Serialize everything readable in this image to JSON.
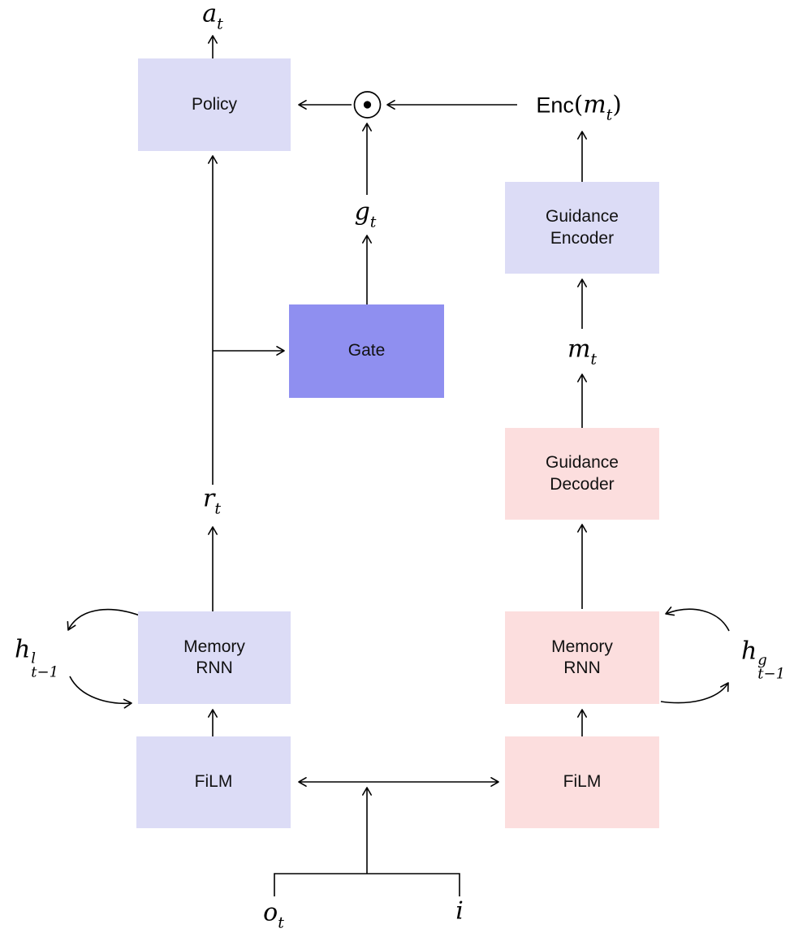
{
  "diagram": {
    "background": "#ffffff",
    "line_color": "#000000",
    "colors": {
      "lavender": "#dcdcf6",
      "periwinkle": "#8f8ff0",
      "pink": "#fcdede"
    },
    "boxes": {
      "policy": {
        "label": "Policy",
        "fill": "#dcdcf6"
      },
      "gate": {
        "label": "Gate",
        "fill": "#8f8ff0"
      },
      "guidance_encoder": {
        "line1": "Guidance",
        "line2": "Encoder",
        "fill": "#dcdcf6"
      },
      "guidance_decoder": {
        "line1": "Guidance",
        "line2": "Decoder",
        "fill": "#fcdede"
      },
      "memory_rnn_left": {
        "line1": "Memory",
        "line2": "RNN",
        "fill": "#dcdcf6"
      },
      "memory_rnn_right": {
        "line1": "Memory",
        "line2": "RNN",
        "fill": "#fcdede"
      },
      "film_left": {
        "label": "FiLM",
        "fill": "#dcdcf6"
      },
      "film_right": {
        "label": "FiLM",
        "fill": "#fcdede"
      }
    },
    "symbols": {
      "odot": "⊙"
    },
    "labels": {
      "action": {
        "base": "a",
        "sub": "t"
      },
      "gate_value": {
        "base": "g",
        "sub": "t"
      },
      "readout": {
        "base": "r",
        "sub": "t"
      },
      "message": {
        "base": "m",
        "sub": "t"
      },
      "enc_message": {
        "fn": "Enc",
        "open": "(",
        "base": "m",
        "sub": "t",
        "close": ")"
      },
      "hidden_left": {
        "base": "h",
        "sup": "l",
        "sub": "t−1"
      },
      "hidden_right": {
        "base": "h",
        "sup": "g",
        "sub": "t−1"
      },
      "observation": {
        "base": "o",
        "sub": "t"
      },
      "instruction": {
        "base": "i"
      }
    }
  }
}
